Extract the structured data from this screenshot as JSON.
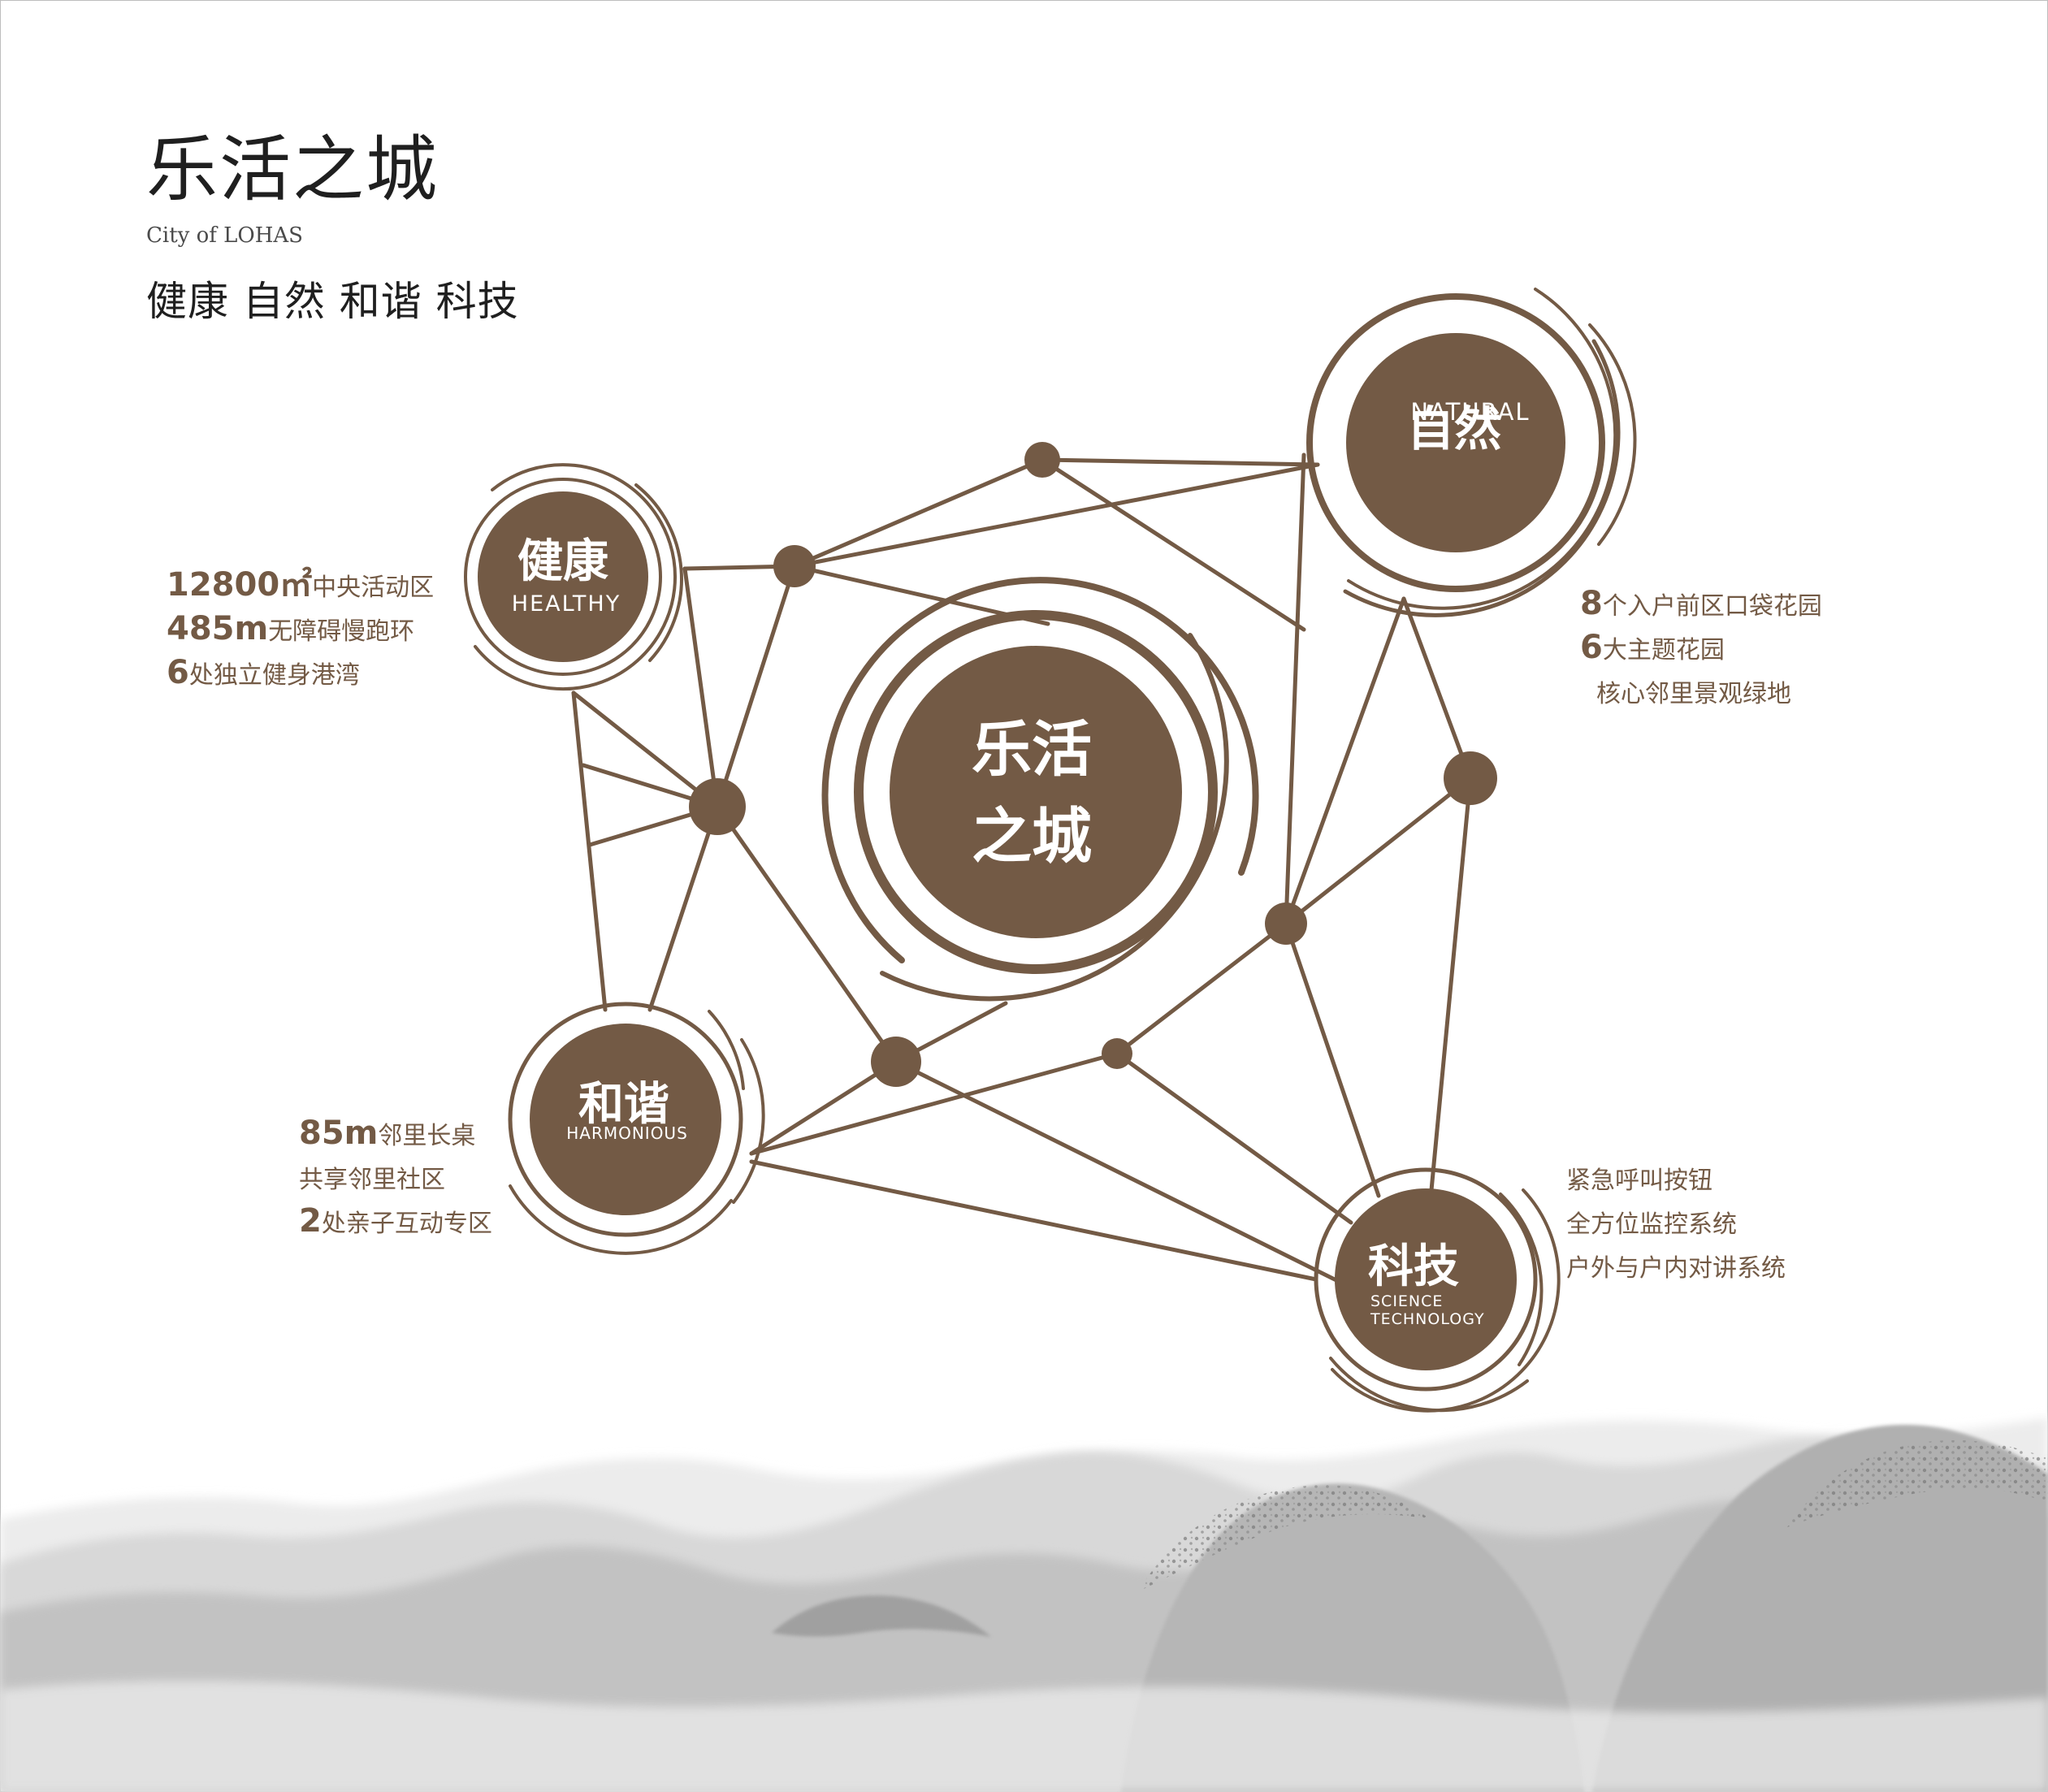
{
  "header": {
    "title": "乐活之城",
    "subtitle": "City of LOHAS",
    "tagline": "健康 自然 和谐 科技"
  },
  "colors": {
    "brand_brown": "#735a45",
    "ink": "#1f1f1f",
    "mist": "#b9b9b9"
  },
  "center": {
    "line1": "乐活",
    "line2": "之城"
  },
  "nodes": {
    "health": {
      "zh": "健康",
      "en": "HEALTHY"
    },
    "nature": {
      "zh": "自然",
      "en": "NATURAL"
    },
    "harmony": {
      "zh": "和谐",
      "en": "HARMONIOUS"
    },
    "tech": {
      "zh": "科技",
      "en1": "SCIENCE",
      "en2": "TECHNOLOGY"
    }
  },
  "notes": {
    "health": [
      {
        "num": "12800㎡",
        "text": "中央活动区"
      },
      {
        "num": "485m",
        "text": "无障碍慢跑环"
      },
      {
        "num": "6",
        "text": "处独立健身港湾"
      }
    ],
    "nature": [
      {
        "num": "8",
        "text": "个入户前区口袋花园"
      },
      {
        "num": "6",
        "text": "大主题花园"
      },
      {
        "num": "",
        "text": "核心邻里景观绿地"
      }
    ],
    "harmony": [
      {
        "num": "85m",
        "text": "邻里长桌"
      },
      {
        "num": "",
        "text": "共享邻里社区"
      },
      {
        "num": "2",
        "text": "处亲子互动专区"
      }
    ],
    "tech": [
      {
        "num": "",
        "text": "紧急呼叫按钮"
      },
      {
        "num": "",
        "text": "全方位监控系统"
      },
      {
        "num": "",
        "text": "户外与户内对讲系统"
      }
    ]
  }
}
